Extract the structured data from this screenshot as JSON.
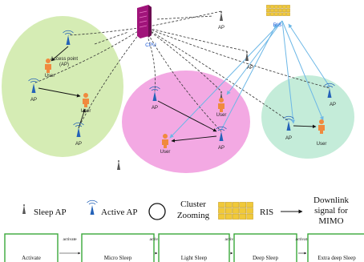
{
  "network": {
    "cpu_label": "CPU",
    "ris_label": "RIS",
    "ap_label": "AP",
    "user_label": "User",
    "access_point_label": [
      "Access point",
      "(AP)"
    ]
  },
  "legend": {
    "sleep_ap": "Sleep AP",
    "active_ap": "Active AP",
    "cluster_zooming": [
      "Cluster",
      "Zooming"
    ],
    "ris": "RIS",
    "downlink": [
      "Downlink",
      "signal for",
      "MIMO"
    ]
  },
  "states": {
    "items": [
      "Activate",
      "Micro Sleep",
      "Light Sleep",
      "Deep Sleep",
      "Extra deep Sleep"
    ],
    "transition_label": "activate"
  },
  "colors": {
    "cluster_left": "#d5ecb4",
    "cluster_mid": "#f3a9e3",
    "cluster_right": "#c4ecd9",
    "cpu": "#a0147a",
    "ris": "#f0c93a",
    "downlink_arrow": "#6cb7e6",
    "active_ap": "#2462b8",
    "user": "#f08a3e",
    "state_border": "#3aa83a"
  }
}
